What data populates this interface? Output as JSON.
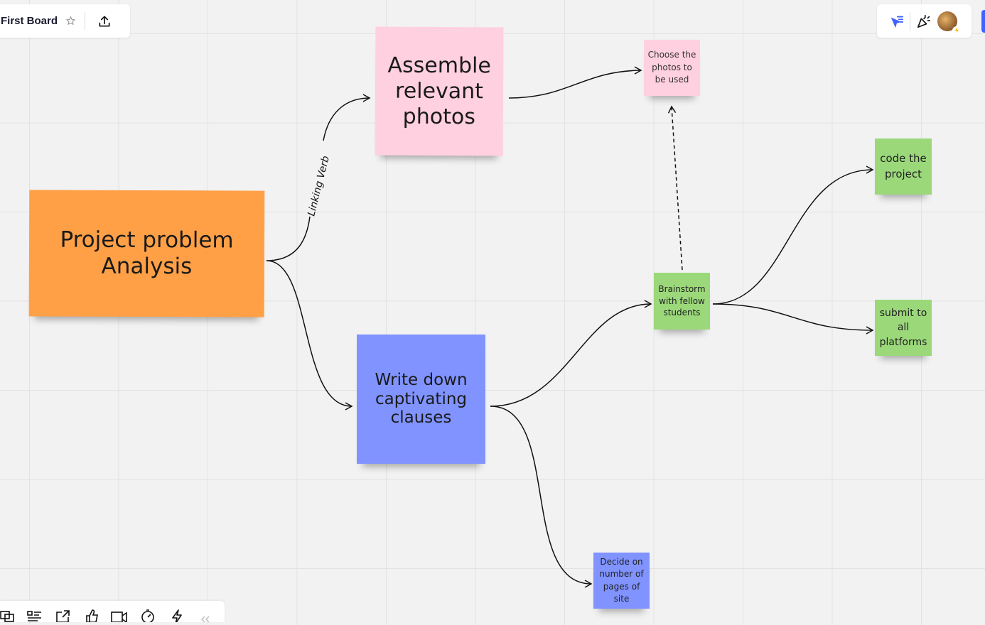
{
  "header": {
    "board_title": "First Board",
    "star_icon": "star-outline-icon",
    "upload_icon": "upload-icon"
  },
  "top_right": {
    "reactions_icon": "cursor-filter-icon",
    "celebrate_icon": "party-popper-icon",
    "avatar_icon": "user-avatar"
  },
  "colors": {
    "orange": "#ffa047",
    "pink": "#ffd0e0",
    "blue": "#8093ff",
    "green": "#9bd87a",
    "canvas": "#f2f2f2",
    "accent": "#4262ff"
  },
  "stickies": {
    "project": "Project problem Analysis",
    "assemble": "Assemble relevant photos",
    "write": "Write down captivating clauses",
    "choose": "Choose the photos to be used",
    "brainstorm": "Brainstorm with fellow students",
    "code": "code the project",
    "submit": "submit to all platforms",
    "decide": "Decide on number of pages of site"
  },
  "connector_label": "Linking Verb",
  "bottom_toolbar": {
    "icons": [
      "frames-icon",
      "list-icon",
      "share-out-icon",
      "like-icon",
      "video-icon",
      "timer-icon",
      "lightning-icon",
      "collapse-icon"
    ]
  }
}
